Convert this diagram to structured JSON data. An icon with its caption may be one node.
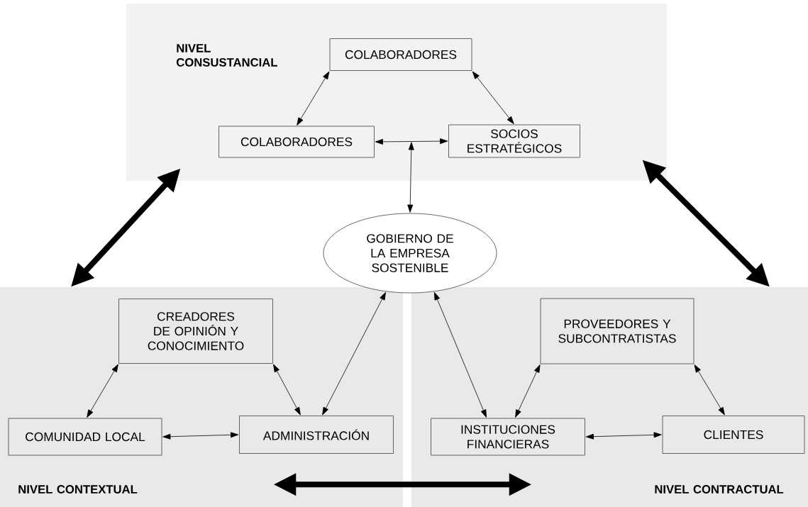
{
  "diagram": {
    "nodes": [
      {
        "text": [
          "NIVEL CONSUSTANCIAL"
        ]
      },
      {
        "text": [
          "COLABORADORES"
        ],
        "in": 0
      },
      {
        "text": [
          "COLABORADORES"
        ],
        "in": 0
      },
      {
        "text": [
          "SOCIOS ESTRATÉGICOS"
        ],
        "in": 0
      },
      {
        "text": [
          "GOBIERNO DE LA EMPRESA SOSTENIBLE"
        ]
      },
      {
        "text": [
          "NIVEL CONTEXTUAL"
        ]
      },
      {
        "text": [
          "CREADORES DE OPINIÓN Y CONOCIMIENTO"
        ],
        "in": 5
      },
      {
        "text": [
          "COMUNIDAD LOCAL"
        ],
        "in": 5
      },
      {
        "text": [
          "ADMINISTRACIÓN"
        ],
        "in": 5
      },
      {
        "text": [
          "NIVEL CONTRACTUAL"
        ]
      },
      {
        "text": [
          "PROVEEDORES Y SUBCONTRATISTAS"
        ],
        "in": 9
      },
      {
        "text": [
          "INSTITUCIONES FINANCIERAS"
        ],
        "in": 9
      },
      {
        "text": [
          "CLIENTES"
        ],
        "in": 9
      }
    ],
    "edges": [
      {
        "from": 1,
        "to": 2,
        "arrow": "both"
      },
      {
        "from": 1,
        "to": 3,
        "arrow": "both"
      },
      {
        "from": 2,
        "to": 3,
        "arrow": "both"
      },
      {
        "from": 4,
        "to": null,
        "arrow": "both"
      },
      {
        "from": 0,
        "to": 5,
        "arrow": "both",
        "style": "thick"
      },
      {
        "from": 0,
        "to": 9,
        "arrow": "both",
        "style": "thick"
      },
      {
        "from": 5,
        "to": 9,
        "arrow": "both",
        "style": "thick"
      },
      {
        "from": 6,
        "to": 7,
        "arrow": "both"
      },
      {
        "from": 6,
        "to": 8,
        "arrow": "both"
      },
      {
        "from": 4,
        "to": 8,
        "arrow": "both"
      },
      {
        "from": 7,
        "to": 8,
        "arrow": "both"
      },
      {
        "from": 4,
        "to": 11,
        "arrow": "both"
      },
      {
        "from": 10,
        "to": 11,
        "arrow": "both"
      },
      {
        "from": 10,
        "to": 12,
        "arrow": "both"
      },
      {
        "from": 11,
        "to": 12,
        "arrow": "both"
      }
    ]
  }
}
